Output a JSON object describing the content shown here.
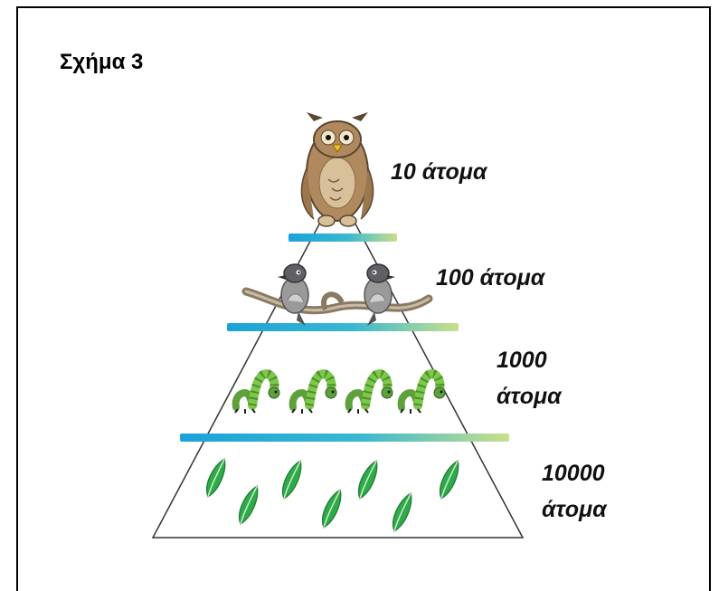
{
  "title": "Σχήμα 3",
  "levels": [
    {
      "label_line1": "10 άτομα",
      "label_line2": "",
      "organism": "owl-icon",
      "count": 10
    },
    {
      "label_line1": "100 άτομα",
      "label_line2": "",
      "organism": "bird-icon",
      "count": 100
    },
    {
      "label_line1": "1000",
      "label_line2": "άτομα",
      "organism": "caterpillar-icon",
      "count": 1000
    },
    {
      "label_line1": "10000",
      "label_line2": "άτομα",
      "organism": "leaf-icon",
      "count": 10000
    }
  ],
  "colors": {
    "bar_start": "#1aa3d9",
    "bar_end": "#c8e08a",
    "leaf": "#2eaa4a",
    "caterpillar": "#7cc84a",
    "owl": "#b08a5e",
    "bird": "#9a9a9a"
  }
}
